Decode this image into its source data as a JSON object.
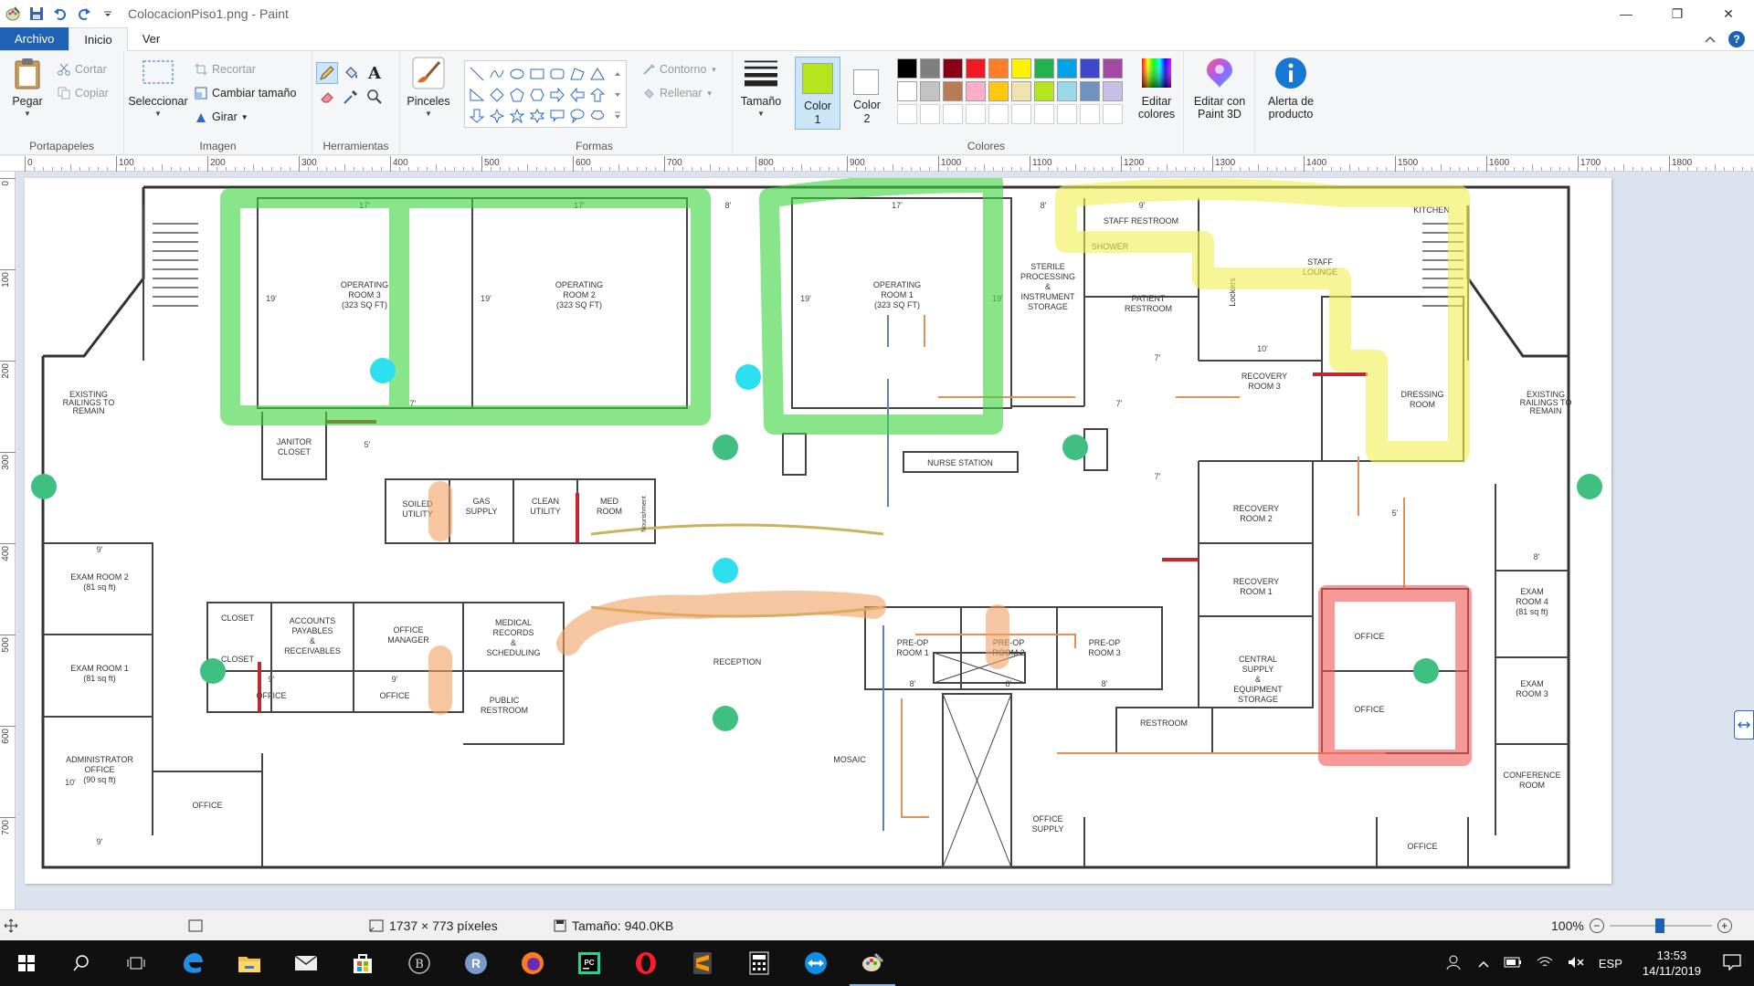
{
  "window": {
    "title": "ColocacionPiso1.png - Paint"
  },
  "tabs": [
    {
      "label": "Archivo"
    },
    {
      "label": "Inicio"
    },
    {
      "label": "Ver"
    }
  ],
  "ribbon": {
    "clipboard": {
      "paste": "Pegar",
      "cut": "Cortar",
      "copy": "Copiar",
      "label": "Portapapeles"
    },
    "image": {
      "select": "Seleccionar",
      "crop": "Recortar",
      "resize": "Cambiar tamaño",
      "rotate": "Girar",
      "label": "Imagen"
    },
    "tools": {
      "label": "Herramientas"
    },
    "brushes": {
      "label": "Pinceles"
    },
    "shapes": {
      "outline": "Contorno",
      "fill": "Rellenar",
      "label": "Formas"
    },
    "size": {
      "label": "Tamaño"
    },
    "colors": {
      "color1": "Color",
      "color1_num": "1",
      "color2": "Color",
      "color2_num": "2",
      "edit": "Editar",
      "edit2": "colores",
      "label": "Colores",
      "color1_value": "#b5e61d",
      "color2_value": "#ffffff",
      "palette_row1": [
        "#000000",
        "#7f7f7f",
        "#880015",
        "#ed1c24",
        "#ff7f27",
        "#fff200",
        "#22b14c",
        "#00a2e8",
        "#3f48cc",
        "#a349a4"
      ],
      "palette_row2": [
        "#ffffff",
        "#c3c3c3",
        "#b97a57",
        "#ffaec9",
        "#ffc90e",
        "#efe4b0",
        "#b5e61d",
        "#99d9ea",
        "#7092be",
        "#c8bfe7"
      ]
    },
    "paint3d": {
      "line1": "Editar con",
      "line2": "Paint 3D"
    },
    "alert": {
      "line1": "Alerta de",
      "line2": "producto"
    }
  },
  "ruler": {
    "h": [
      "0",
      "100",
      "200",
      "300",
      "400",
      "500",
      "600",
      "700",
      "800",
      "900",
      "1000",
      "1100",
      "1200",
      "1300",
      "1400",
      "1500",
      "1600",
      "1700",
      "1800"
    ],
    "v": [
      "0",
      "100",
      "200",
      "300",
      "400",
      "500",
      "600",
      "700"
    ]
  },
  "floorplan": {
    "rooms": {
      "or3": [
        "OPERATING",
        "ROOM 3",
        "(323 SQ FT)"
      ],
      "or2": [
        "OPERATING",
        "ROOM 2",
        "(323 SQ FT)"
      ],
      "or1": [
        "OPERATING",
        "ROOM 1",
        "(323 SQ FT)"
      ],
      "sterile": [
        "STERILE",
        "PROCESSING",
        "&",
        "INSTRUMENT",
        "STORAGE"
      ],
      "staff_rr": "STAFF RESTROOM",
      "shower": "SHOWER",
      "patient_rr": [
        "PATIENT",
        "RESTROOM"
      ],
      "lockers": "Lockers",
      "staff_lounge": [
        "STAFF",
        "LOUNGE"
      ],
      "kitchen": "KITCHEN",
      "rec3": [
        "RECOVERY",
        "ROOM 3"
      ],
      "dressing": [
        "DRESSING",
        "ROOM"
      ],
      "railing_l": [
        "EXISTING",
        "RAILINGS TO",
        "REMAIN"
      ],
      "railing_r": [
        "EXISTING",
        "RAILINGS TO",
        "REMAIN"
      ],
      "janitor": [
        "JANITOR",
        "CLOSET"
      ],
      "soiled": [
        "SOILED",
        "UTILITY"
      ],
      "gas": [
        "GAS",
        "SUPPLY"
      ],
      "clean": [
        "CLEAN",
        "UTILITY"
      ],
      "med": [
        "MED",
        "ROOM"
      ],
      "nourish": "Nourishment",
      "nurse": "NURSE STATION",
      "rec2": [
        "RECOVERY",
        "ROOM 2"
      ],
      "rec1": [
        "RECOVERY",
        "ROOM 1"
      ],
      "exam2": [
        "EXAM ROOM 2",
        "(81 sq ft)"
      ],
      "exam1": [
        "EXAM ROOM 1",
        "(81 sq ft)"
      ],
      "admin": [
        "ADMINISTRATOR",
        "OFFICE",
        "(90 sq ft)"
      ],
      "closet1": "CLOSET",
      "closet2": "CLOSET",
      "accounts": [
        "ACCOUNTS",
        "PAYABLES",
        "&",
        "RECEIVABLES"
      ],
      "office_mgr": [
        "OFFICE",
        "MANAGER"
      ],
      "medrec": [
        "MEDICAL",
        "RECORDS",
        "&",
        "SCHEDULING"
      ],
      "office_a": "OFFICE",
      "office_b": "OFFICE",
      "office_c": "OFFICE",
      "public_rr": [
        "PUBLIC",
        "RESTROOM"
      ],
      "reception": "RECEPTION",
      "preop1": [
        "PRE-OP",
        "ROOM 1"
      ],
      "preop2": [
        "PRE-OP",
        "ROOM 2"
      ],
      "preop3": [
        "PRE-OP",
        "ROOM 3"
      ],
      "mosaic": "MOSAIC",
      "office_supply": [
        "OFFICE",
        "SUPPLY"
      ],
      "central": [
        "CENTRAL",
        "SUPPLY",
        "&",
        "EQUIPMENT",
        "STORAGE"
      ],
      "restroom": "RESTROOM",
      "office_r1": "OFFICE",
      "office_r2": "OFFICE",
      "exam4": [
        "EXAM",
        "ROOM 4",
        "(81 sq ft)"
      ],
      "exam3": [
        "EXAM",
        "ROOM 3"
      ],
      "conf": [
        "CONFERENCE",
        "ROOM"
      ],
      "office_br": "OFFICE"
    },
    "dims": {
      "d17a": "17'",
      "d17b": "17'",
      "d17c": "17'",
      "d8a": "8'",
      "d8b": "8'",
      "d9": "9'",
      "d19a": "19'",
      "d19b": "19'",
      "d19c": "19'",
      "d19d": "19'",
      "d7": "7'",
      "d7b": "7'",
      "d7c": "7'",
      "d7d": "7'",
      "d5a": "5'",
      "d5b": "5'",
      "d10": "10'",
      "d10b": "10'",
      "d9b": "9'",
      "d9c": "9'",
      "d9d": "9'",
      "d9e": "9'",
      "d8c": "8'",
      "d8d": "8'",
      "d8e": "8'",
      "d8f": "8'"
    }
  },
  "status": {
    "dimensions": "1737 × 773 píxeles",
    "size": "Tamaño: 940.0KB",
    "zoom": "100%"
  },
  "taskbar": {
    "lang": "ESP",
    "time": "13:53",
    "date": "14/11/2019"
  }
}
